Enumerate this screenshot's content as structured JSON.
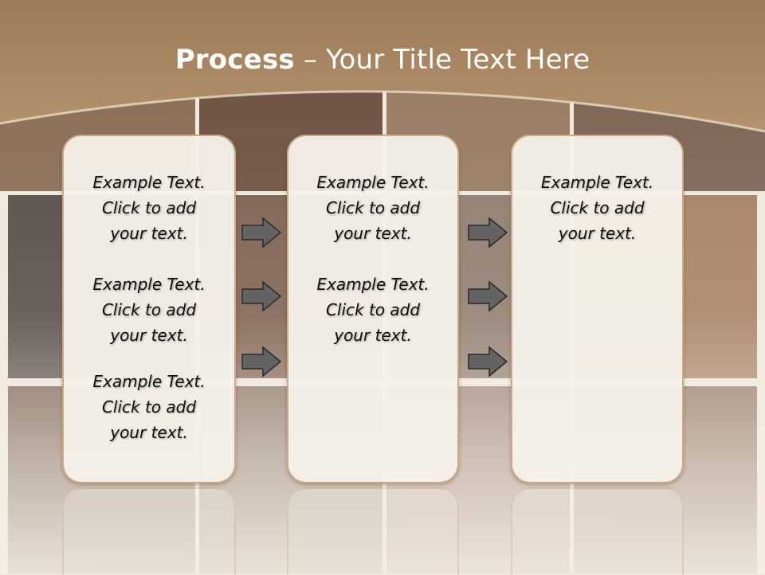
{
  "slide": {
    "title_bold": "Process",
    "title_rest": " – Your Title Text Here"
  },
  "columns": [
    {
      "items": [
        {
          "line1": "Example Text.",
          "line2": "Click  to add",
          "line3": "your text."
        },
        {
          "line1": "Example Text.",
          "line2": "Click  to add",
          "line3": "your text."
        },
        {
          "line1": "Example Text.",
          "line2": "Click  to add",
          "line3": "your text."
        }
      ]
    },
    {
      "items": [
        {
          "line1": "Example Text.",
          "line2": "Click  to add",
          "line3": "your text."
        },
        {
          "line1": "Example Text.",
          "line2": "Click  to add",
          "line3": "your text."
        }
      ]
    },
    {
      "items": [
        {
          "line1": "Example Text.",
          "line2": "Click  to add",
          "line3": "your text."
        }
      ]
    }
  ],
  "colors": {
    "header": "#a98762",
    "panel_border": "#c7aa8a",
    "arrow_fill": "#636363"
  },
  "icons": [
    "arrow-right-icon"
  ]
}
